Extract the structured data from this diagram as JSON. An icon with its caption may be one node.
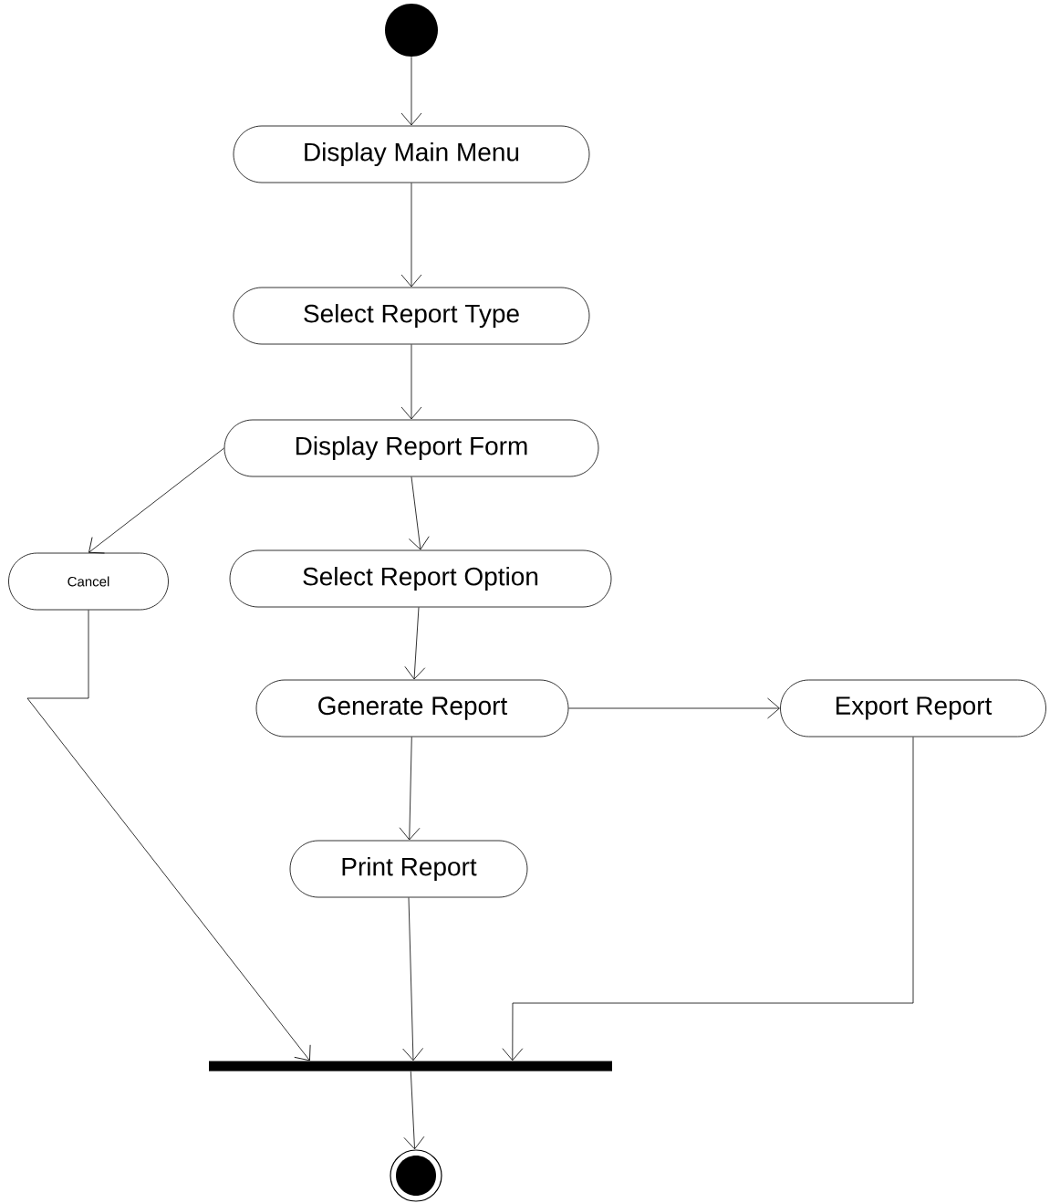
{
  "diagram": {
    "nodes": [
      {
        "text": [],
        "shape": "circle"
      },
      {
        "text": [
          "Display Main Menu"
        ]
      },
      {
        "text": [
          "Select  Report Type"
        ]
      },
      {
        "text": [
          "Display Report Form"
        ]
      },
      {
        "text": [
          "Cancel"
        ]
      },
      {
        "text": [
          "Select Report Option"
        ]
      },
      {
        "text": [
          "Generate Report"
        ]
      },
      {
        "text": [
          "Export Report"
        ]
      },
      {
        "text": [
          "Print Report"
        ]
      },
      {
        "text": [],
        "shape": "bar"
      },
      {
        "text": [],
        "shape": "bullseye"
      }
    ],
    "edges": [
      {
        "from": 0,
        "to": 1,
        "arrow": "to"
      },
      {
        "from": 1,
        "to": 2,
        "arrow": "to"
      },
      {
        "from": 2,
        "to": 3,
        "arrow": "to"
      },
      {
        "from": 3,
        "to": 4,
        "arrow": "to"
      },
      {
        "from": 3,
        "to": 5,
        "arrow": "to"
      },
      {
        "from": 5,
        "to": 6,
        "arrow": "to"
      },
      {
        "from": 6,
        "to": 7,
        "arrow": "to"
      },
      {
        "from": 6,
        "to": 8,
        "arrow": "to"
      },
      {
        "from": 4,
        "to": 9,
        "arrow": "to"
      },
      {
        "from": 8,
        "to": 9,
        "arrow": "to"
      },
      {
        "from": 7,
        "to": 9,
        "arrow": "to"
      },
      {
        "from": 9,
        "to": 10,
        "arrow": "to"
      }
    ]
  }
}
